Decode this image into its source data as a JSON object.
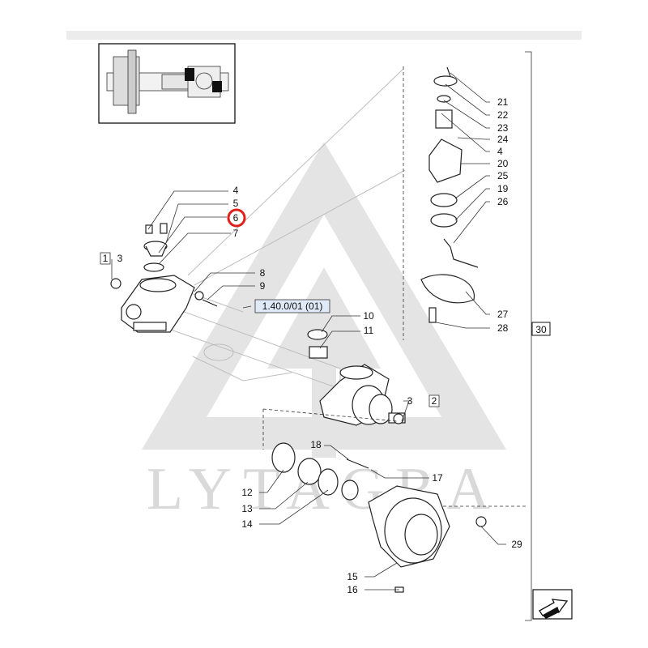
{
  "watermark": "LYTAGRA",
  "reference": "1.40.0/01 (01)",
  "group_number": "30",
  "highlighted_callout": "6",
  "callouts": {
    "c1": "1",
    "c2": "2",
    "c3a": "3",
    "c3b": "3",
    "c4a": "4",
    "c4b": "4",
    "c5": "5",
    "c6": "6",
    "c7": "7",
    "c8": "8",
    "c9": "9",
    "c10": "10",
    "c11": "11",
    "c12": "12",
    "c13": "13",
    "c14": "14",
    "c15": "15",
    "c16": "16",
    "c17": "17",
    "c18": "18",
    "c19": "19",
    "c20": "20",
    "c21": "21",
    "c22": "22",
    "c23": "23",
    "c24": "24",
    "c25": "25",
    "c26": "26",
    "c27": "27",
    "c28": "28",
    "c29": "29"
  },
  "colors": {
    "highlight": "#e0201b",
    "reference_box": "#dfe9f7",
    "watermark": "#d9d9d9",
    "header_bar": "#ececec"
  },
  "icons": {
    "next_page": "arrow-right-icon"
  }
}
